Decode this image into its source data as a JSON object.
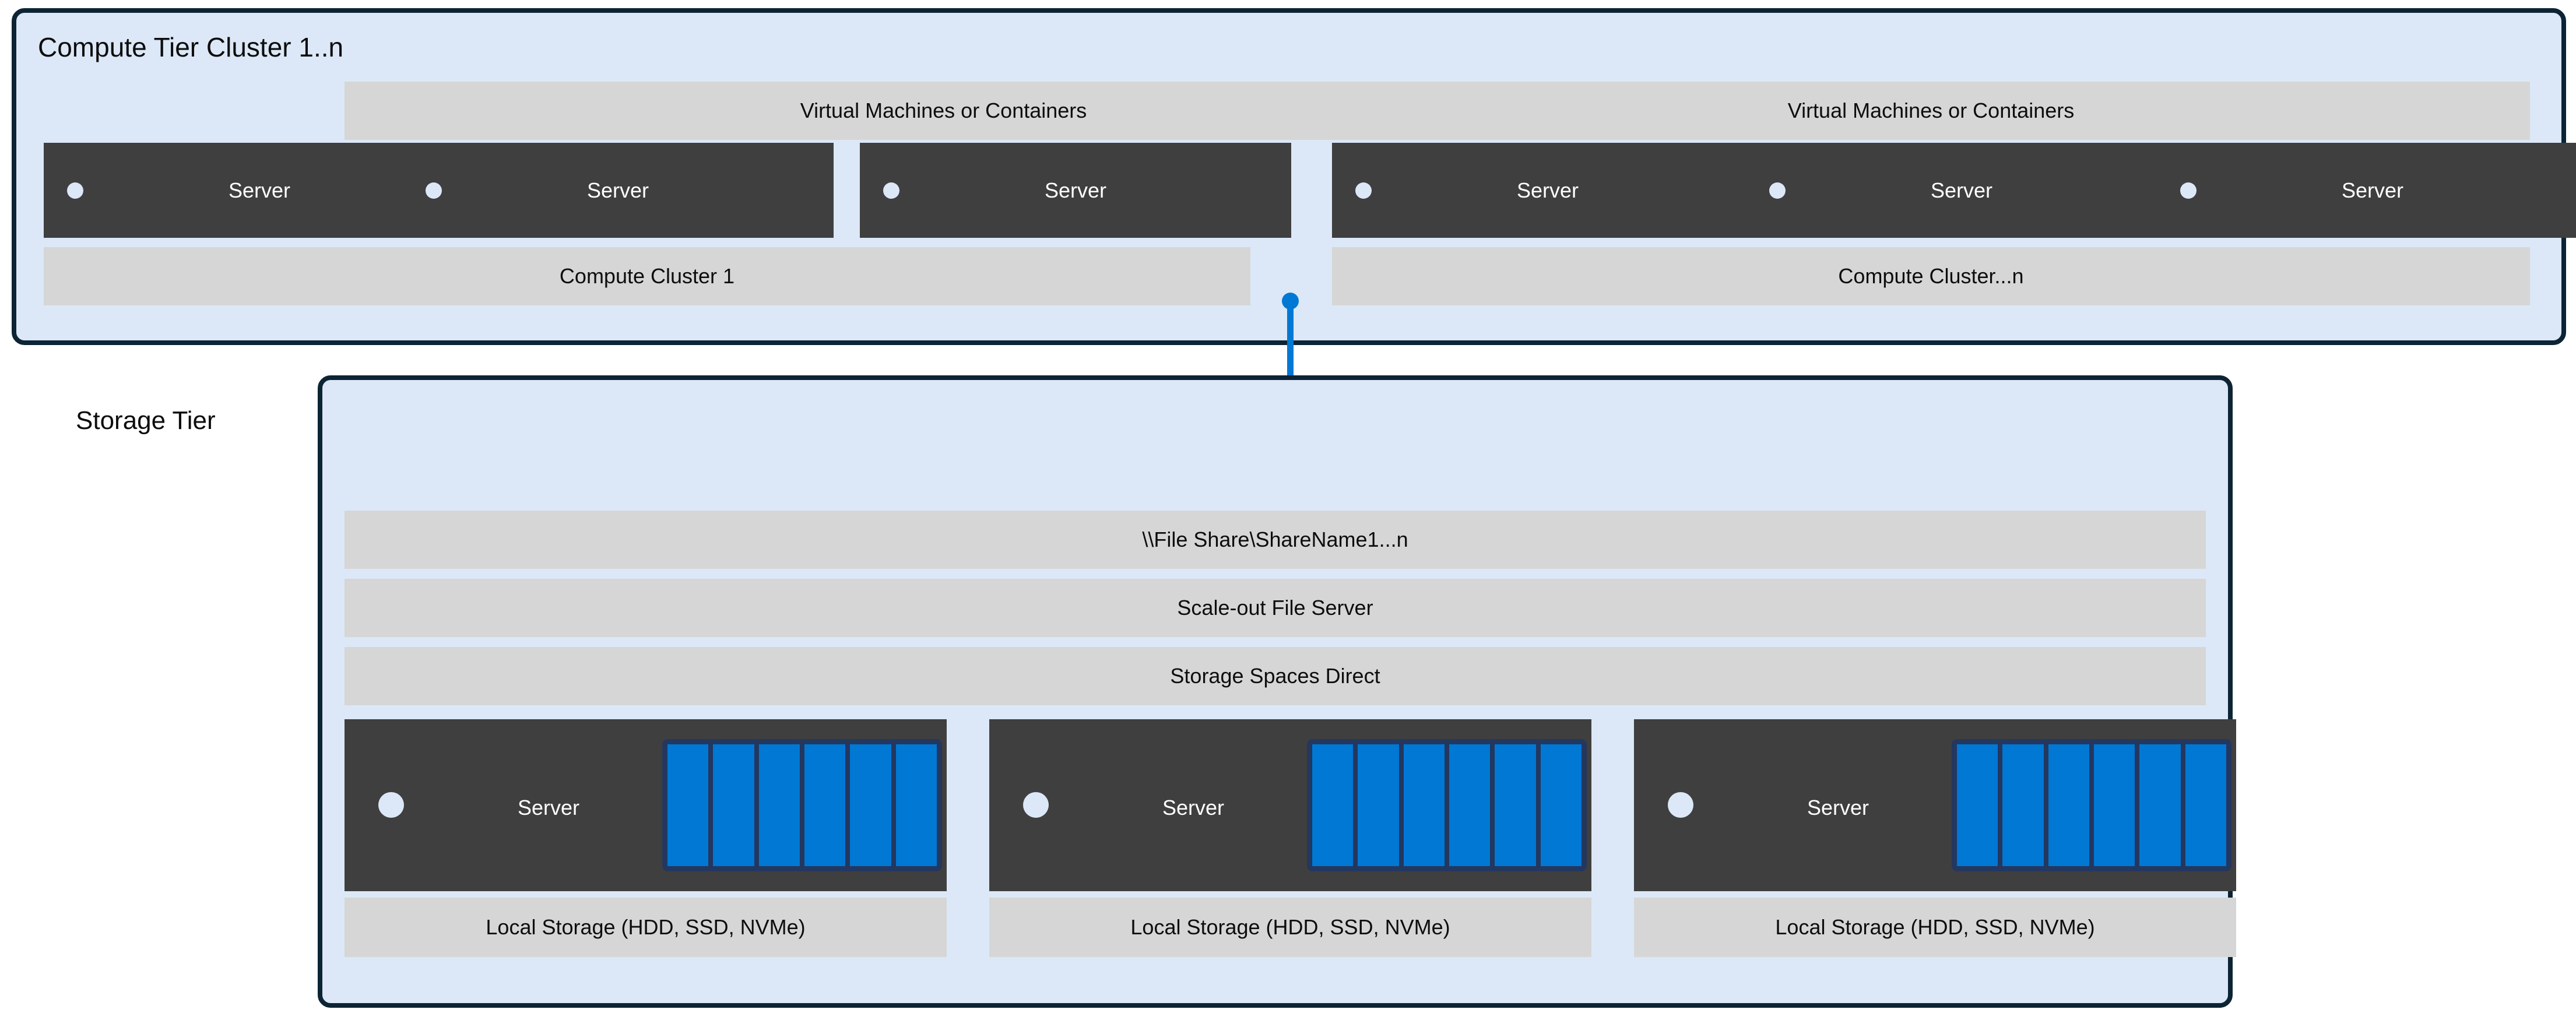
{
  "diagram": {
    "compute_tier": {
      "title": "Compute Tier Cluster 1..n",
      "clusters": [
        {
          "header": "Virtual Machines or Containers",
          "footer": "Compute Cluster 1",
          "servers": [
            {
              "label": "Server"
            },
            {
              "label": "Server"
            },
            {
              "label": "Server"
            }
          ]
        },
        {
          "header": "Virtual Machines or Containers",
          "footer": "Compute Cluster...n",
          "servers": [
            {
              "label": "Server"
            },
            {
              "label": "Server"
            },
            {
              "label": "Server"
            }
          ]
        }
      ]
    },
    "storage_tier": {
      "title": "Storage Tier",
      "bands": [
        {
          "label": "\\\\File Share\\ShareName1...n"
        },
        {
          "label": "Scale-out File Server"
        },
        {
          "label": "Storage Spaces Direct"
        }
      ],
      "servers": [
        {
          "label": "Server",
          "disk_count": 6,
          "footer": "Local Storage (HDD, SSD, NVMe)"
        },
        {
          "label": "Server",
          "disk_count": 6,
          "footer": "Local Storage (HDD, SSD, NVMe)"
        },
        {
          "label": "Server",
          "disk_count": 6,
          "footer": "Local Storage (HDD, SSD, NVMe)"
        }
      ]
    },
    "connector": {
      "icon": "folder-icon"
    },
    "colors": {
      "tier_fill": "#dce8f7",
      "tier_border": "#0c2433",
      "band_fill": "#d6d6d6",
      "server_fill": "#3f3f3f",
      "accent_blue": "#0078d4",
      "disk_frame": "#23375f",
      "led": "#dce8f7"
    }
  }
}
